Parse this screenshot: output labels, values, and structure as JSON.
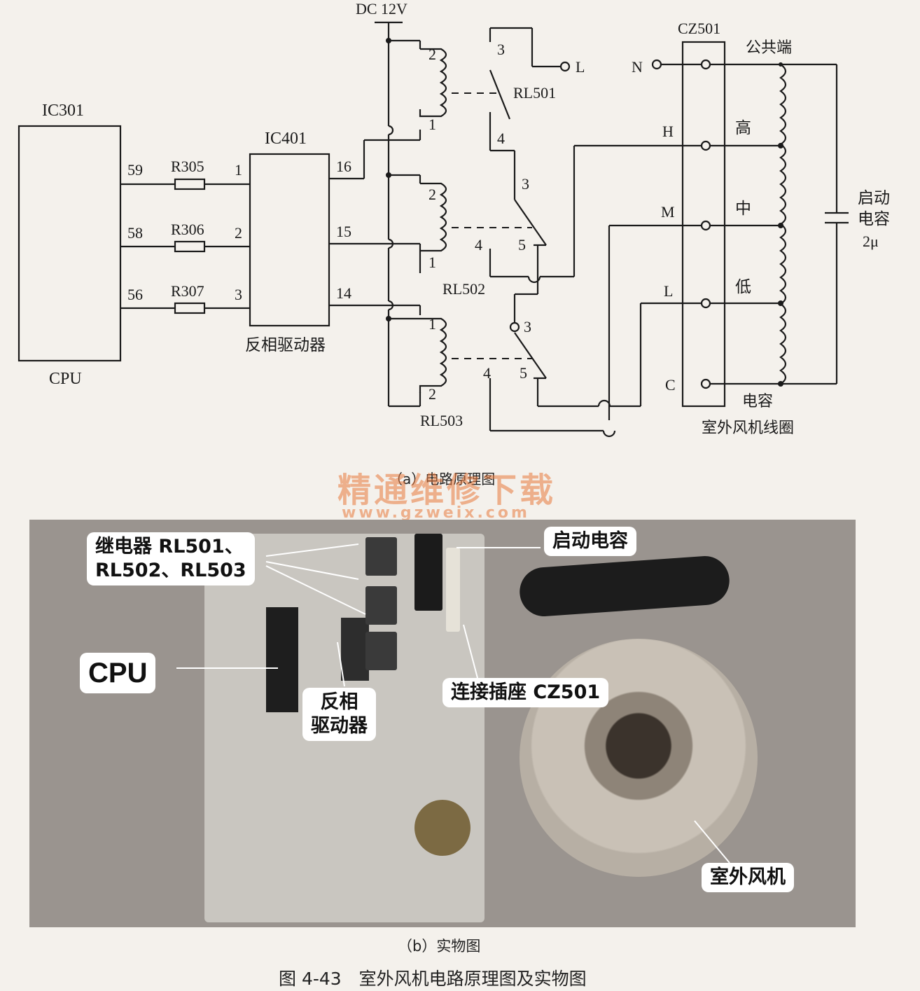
{
  "schematic": {
    "ic301": "IC301",
    "cpu": "CPU",
    "pins_cpu": [
      "59",
      "58",
      "56"
    ],
    "resistors": [
      "R305",
      "R306",
      "R307"
    ],
    "pins_ic401_in": [
      "1",
      "2",
      "3"
    ],
    "ic401": "IC401",
    "ic401_desc": "反相驱动器",
    "pins_ic401_out": [
      "16",
      "15",
      "14"
    ],
    "dc": "DC 12V",
    "coil_pins": {
      "rl501_top": "2",
      "rl501_bot": "1",
      "rl502_top": "2",
      "rl502_bot": "1",
      "rl503_top": "1",
      "rl503_bot": "2"
    },
    "rl501": "RL501",
    "rl502": "RL502",
    "rl503": "RL503",
    "switch_pins": {
      "rl501_3": "3",
      "rl501_4": "4",
      "rl502_3": "3",
      "rl502_4": "4",
      "rl502_5": "5",
      "rl503_3": "3",
      "rl503_4": "4",
      "rl503_5": "5"
    },
    "l_terminal": "L",
    "n_terminal": "N",
    "cz501": "CZ501",
    "cz_pins": [
      "H",
      "M",
      "L",
      "C"
    ],
    "common": "公共端",
    "speeds": [
      "高",
      "中",
      "低"
    ],
    "cap_label_1": "启动",
    "cap_label_2": "电容",
    "cap_value": "2μ",
    "cap_end": "电容",
    "coil_name": "室外风机线圈",
    "caption_a": "（a）电路原理图"
  },
  "watermark": {
    "main": "精通维修下载",
    "url": "www.gzweix.com"
  },
  "photo": {
    "relays": "继电器 RL501、",
    "relays_2": "RL502、RL503",
    "start_cap": "启动电容",
    "cpu": "CPU",
    "driver_1": "反相",
    "driver_2": "驱动器",
    "socket": "连接插座 CZ501",
    "fan": "室外风机",
    "caption_b": "（b）实物图"
  },
  "figure_caption": "图 4-43　室外风机电路原理图及实物图"
}
